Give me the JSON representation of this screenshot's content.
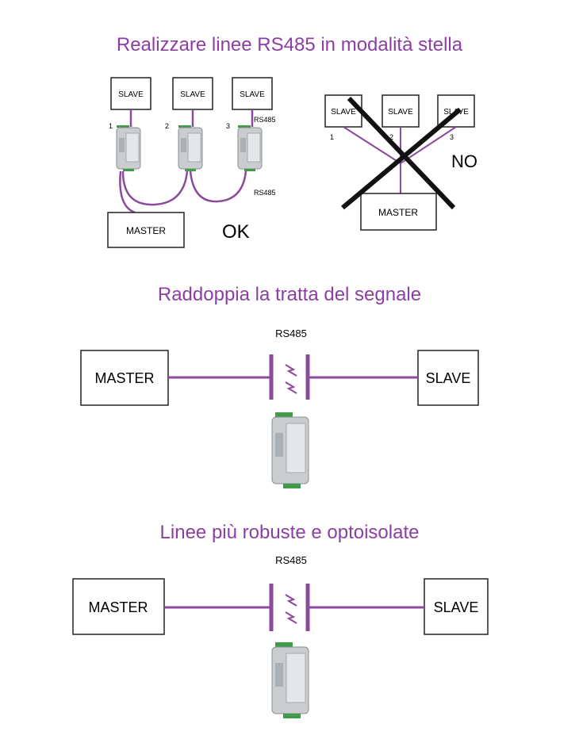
{
  "sections": [
    {
      "title": "Realizzare linee RS485 in modalità stella"
    },
    {
      "title": "Raddoppia la tratta del segnale"
    },
    {
      "title": "Linee più robuste e optoisolate"
    }
  ],
  "star": {
    "ok": {
      "slaves": [
        "SLAVE",
        "SLAVE",
        "SLAVE"
      ],
      "numbers": [
        "1",
        "2",
        "3"
      ],
      "master": "MASTER",
      "rs485_top": "RS485",
      "rs485_bottom": "RS485",
      "verdict": "OK"
    },
    "no": {
      "slaves": [
        "SLAVE",
        "SLAVE",
        "SLAVE"
      ],
      "numbers": [
        "1",
        "2",
        "3"
      ],
      "master": "MASTER",
      "verdict": "NO"
    }
  },
  "repeater1": {
    "rs485": "RS485",
    "master": "MASTER",
    "slave": "SLAVE"
  },
  "repeater2": {
    "rs485": "RS485",
    "master": "MASTER",
    "slave": "SLAVE"
  },
  "colors": {
    "accent": "#8b3fa3",
    "line": "#8b4a9c",
    "device": "#c9cdd0",
    "terminal": "#3f9a4a"
  }
}
